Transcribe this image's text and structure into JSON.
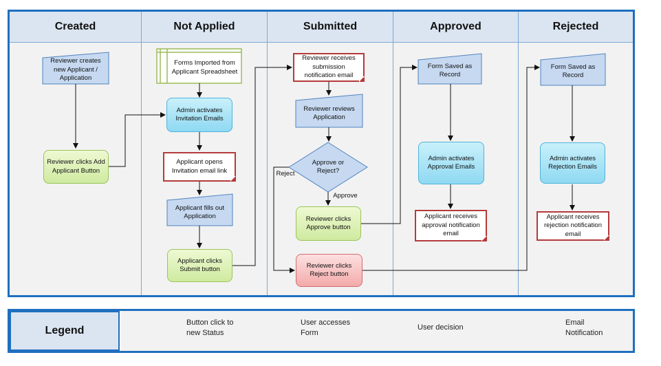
{
  "lanes": [
    {
      "id": "created",
      "title": "Created"
    },
    {
      "id": "not_applied",
      "title": "Not Applied"
    },
    {
      "id": "submitted",
      "title": "Submitted"
    },
    {
      "id": "approved",
      "title": "Approved"
    },
    {
      "id": "rejected",
      "title": "Rejected"
    }
  ],
  "nodes": {
    "reviewer_creates": "Reviewer creates new Applicant / Application",
    "reviewer_clicks_add": "Reviewer clicks Add Applicant Button",
    "forms_imported": "Forms Imported from Applicant Spreadsheet",
    "admin_activates_invitation": "Admin activates Invitation Emails",
    "applicant_opens": "Applicant opens Invitation email link",
    "applicant_fills": "Applicant fills out Application",
    "applicant_clicks_submit": "Applicant clicks Submit button",
    "reviewer_receives_submission": "Reviewer receives submission notification email",
    "reviewer_reviews": "Reviewer reviews Application",
    "approve_or_reject": "Approve or Reject?",
    "reviewer_clicks_approve": "Reviewer clicks Approve button",
    "reviewer_clicks_reject": "Reviewer clicks Reject button",
    "form_saved_approved": "Form Saved as Record",
    "admin_activates_approval": "Admin activates Approval Emails",
    "applicant_receives_approval": "Applicant receives approval notification email",
    "form_saved_rejected": "Form Saved as Record",
    "admin_activates_rejection": "Admin activates Rejection Emails",
    "applicant_receives_rejection": "Applicant receives rejection notification email"
  },
  "edge_labels": {
    "approve": "Approve",
    "reject": "Reject"
  },
  "legend": {
    "title": "Legend",
    "button_click": "Button click to new Status",
    "user_accesses": "User accesses Form",
    "user_decision": "User decision",
    "email_notification": "Email Notification"
  },
  "colors": {
    "frame": "#1f6fbf",
    "header": "#dbe5f1",
    "lane_body": "#f2f2f2",
    "form_fill": "#c6d9f1",
    "form_stroke": "#4f81bd",
    "email_border": "#b53a3a",
    "button_blue": "#9bdcf3",
    "button_green": "#d6efac",
    "button_red": "#f6b9b9",
    "import_stroke": "#9bbb59",
    "arrow": "#111111"
  }
}
